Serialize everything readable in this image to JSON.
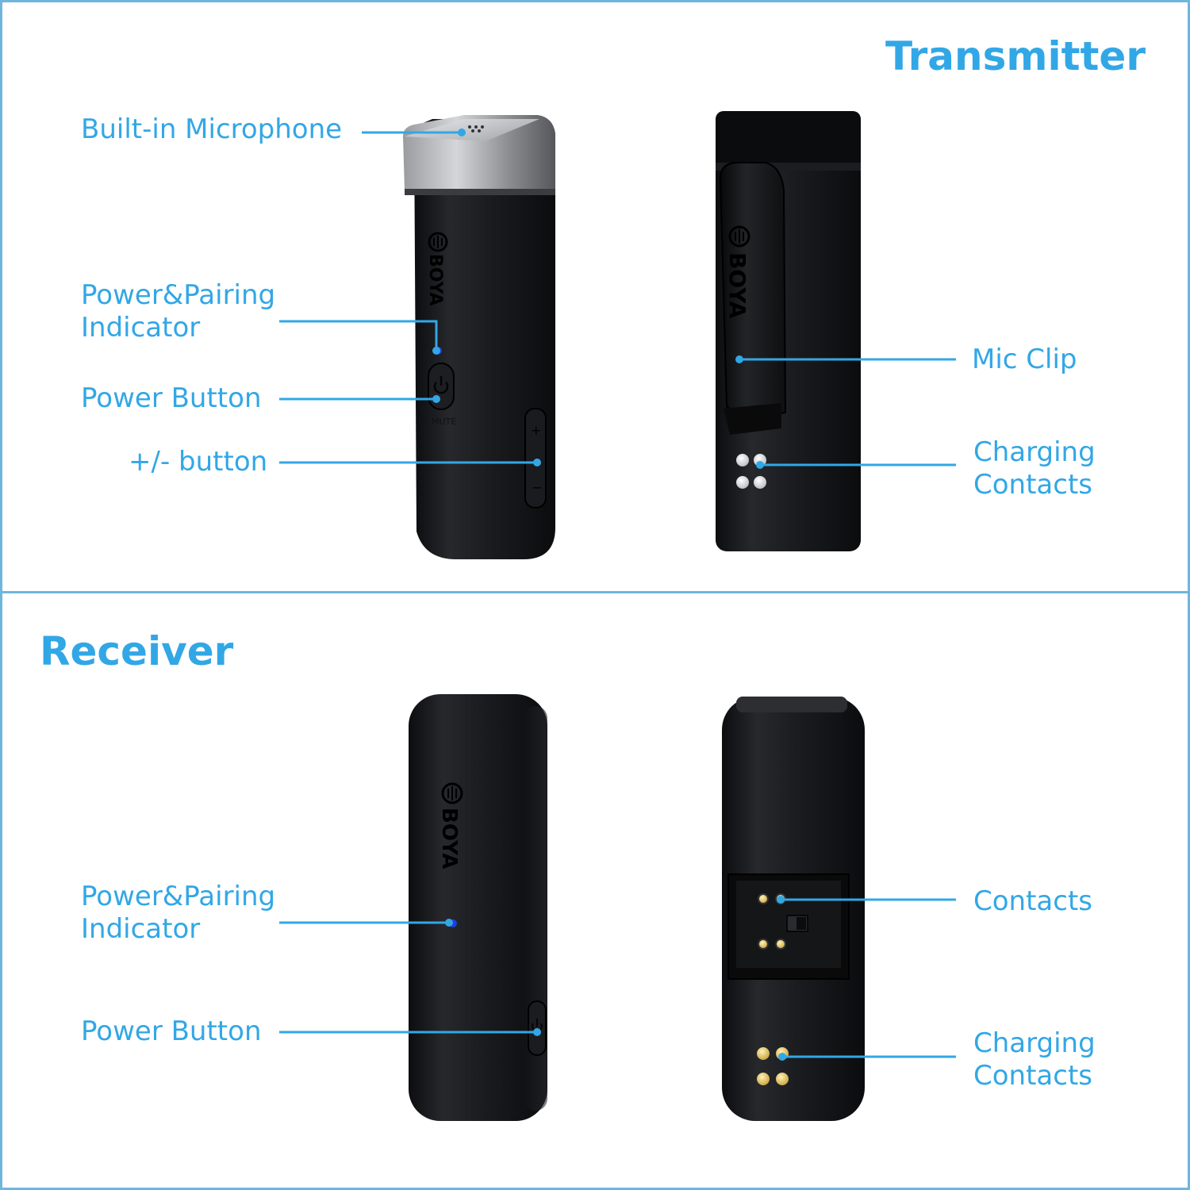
{
  "colors": {
    "accent": "#32a7e6",
    "frame": "#6fb6dc",
    "device": "#141518",
    "led": "#1f3fe0",
    "contact_gold": "#e3c55a"
  },
  "transmitter": {
    "heading": "Transmitter",
    "labels": {
      "builtin_mic": "Built-in Microphone",
      "power_pairing_line1": "Power&Pairing",
      "power_pairing_line2": "Indicator",
      "power_button": "Power Button",
      "plus_minus": "+/- button",
      "mic_clip": "Mic Clip",
      "charging_line1": "Charging",
      "charging_line2": "Contacts"
    },
    "device_front": {
      "brand": "BOYA",
      "mute_label": "MUTE",
      "plus_symbol": "+",
      "minus_symbol": "−"
    },
    "device_back": {
      "brand": "BOYA"
    }
  },
  "receiver": {
    "heading": "Receiver",
    "labels": {
      "power_pairing_line1": "Power&Pairing",
      "power_pairing_line2": "Indicator",
      "power_button": "Power Button",
      "contacts": "Contacts",
      "charging_line1": "Charging",
      "charging_line2": "Contacts"
    },
    "device_front": {
      "brand": "BOYA"
    }
  }
}
